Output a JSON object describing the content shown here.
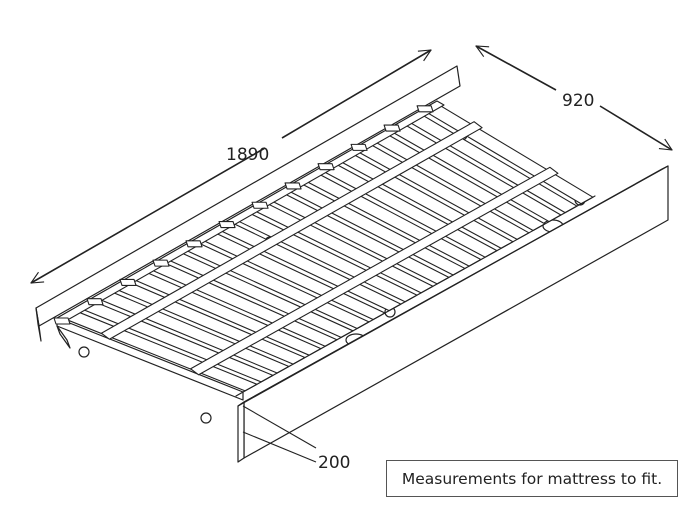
{
  "dimensions": {
    "length": "1890",
    "width": "920",
    "height": "200"
  },
  "note": "Measurements for mattress to fit."
}
